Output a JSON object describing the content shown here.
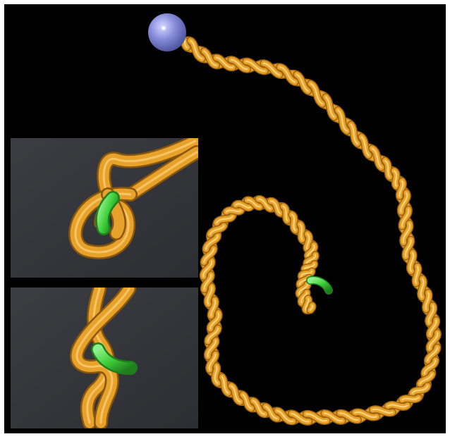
{
  "figure": {
    "description_free": true,
    "colors": {
      "background": "#000000",
      "inset_background": "#3c3e44",
      "rope": "#e6a22a",
      "rope_highlight": "#ffd27a",
      "rope_shadow": "#9e6410",
      "knot_marker": "#3fcf3a",
      "end_sphere": "#8a8fdc"
    },
    "panels": [
      {
        "id": "main-panel"
      },
      {
        "id": "inset-top"
      },
      {
        "id": "inset-bottom"
      }
    ]
  }
}
